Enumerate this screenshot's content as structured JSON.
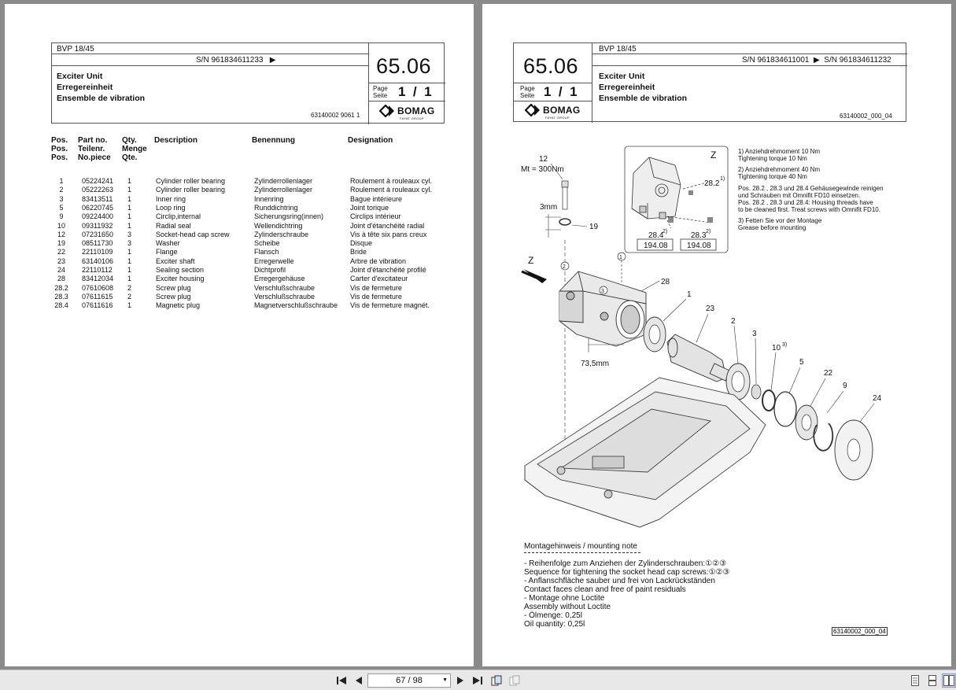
{
  "left_page": {
    "header": {
      "model": "BVP 18/45",
      "serial": "S/N 961834611233",
      "serial_arrow": "▶",
      "title_en": "Exciter Unit",
      "title_de": "Erregereinheit",
      "title_fr": "Ensemble de vibration",
      "group_number": "65.06",
      "page_label": "Page",
      "seite_label": "Seite",
      "page_value": "1  /  1",
      "doc_code": "63140002 9061 1",
      "brand": "BOMAG",
      "brand_sub": "FAYAT GROUP"
    },
    "columns": {
      "pos": [
        "Pos.",
        "Pos.",
        "Pos."
      ],
      "part": [
        "Part no.",
        "Teilenr.",
        "No.piece"
      ],
      "qty": [
        "Qty.",
        "Menge",
        "Qte."
      ],
      "description": "Description",
      "benennung": "Benennung",
      "designation": "Designation"
    },
    "parts": [
      {
        "pos": "1",
        "part": "05224241",
        "qty": "1",
        "en": "Cylinder roller bearing",
        "de": "Zylinderrollenlager",
        "fr": "Roulement à rouleaux cyl."
      },
      {
        "pos": "2",
        "part": "05222263",
        "qty": "1",
        "en": "Cylinder roller bearing",
        "de": "Zylinderrollenlager",
        "fr": "Roulement à rouleaux cyl."
      },
      {
        "pos": "3",
        "part": "83413511",
        "qty": "1",
        "en": "Inner ring",
        "de": "Innenring",
        "fr": "Bague intérieure"
      },
      {
        "pos": "5",
        "part": "06220745",
        "qty": "1",
        "en": "Loop ring",
        "de": "Runddichtring",
        "fr": "Joint torique"
      },
      {
        "pos": "9",
        "part": "09224400",
        "qty": "1",
        "en": "Circlip,internal",
        "de": "Sicherungsring(innen)",
        "fr": "Circlips intérieur"
      },
      {
        "pos": "10",
        "part": "09311932",
        "qty": "1",
        "en": "Radial seal",
        "de": "Wellendichtring",
        "fr": "Joint d'étanchéité radial"
      },
      {
        "pos": "12",
        "part": "07231650",
        "qty": "3",
        "en": "Socket-head cap screw",
        "de": "Zylinderschraube",
        "fr": "Vis à tête six pans creux"
      },
      {
        "pos": "19",
        "part": "08511730",
        "qty": "3",
        "en": "Washer",
        "de": "Scheibe",
        "fr": "Disque"
      },
      {
        "pos": "22",
        "part": "22110109",
        "qty": "1",
        "en": "Flange",
        "de": "Flansch",
        "fr": "Bride"
      },
      {
        "pos": "23",
        "part": "63140106",
        "qty": "1",
        "en": "Exciter shaft",
        "de": "Erregerwelle",
        "fr": "Arbre de vibration"
      },
      {
        "pos": "24",
        "part": "22110112",
        "qty": "1",
        "en": "Sealing section",
        "de": "Dichtprofil",
        "fr": "Joint d'étanchéité profilé"
      },
      {
        "pos": "28",
        "part": "83412034",
        "qty": "1",
        "en": "Exciter housing",
        "de": "Erregergehäuse",
        "fr": "Carter d'excitateur"
      },
      {
        "pos": "28.2",
        "part": "07610608",
        "qty": "2",
        "en": "Screw plug",
        "de": "Verschlußschraube",
        "fr": "Vis de fermeture"
      },
      {
        "pos": "28.3",
        "part": "07611615",
        "qty": "2",
        "en": "Screw plug",
        "de": "Verschlußschraube",
        "fr": "Vis de fermeture"
      },
      {
        "pos": "28.4",
        "part": "07611616",
        "qty": "1",
        "en": "Magnetic plug",
        "de": "Magnetverschlußschraube",
        "fr": "Vis de fermeture magnét."
      }
    ]
  },
  "right_page": {
    "header": {
      "model": "BVP 18/45",
      "serial_from": "S/N 961834611001",
      "serial_arrow": "▶",
      "serial_to": "S/N 961834611232",
      "title_en": "Exciter Unit",
      "title_de": "Erregereinheit",
      "title_fr": "Ensemble de vibration",
      "group_number": "65.06",
      "page_label": "Page",
      "seite_label": "Seite",
      "page_value": "1  /  1",
      "doc_code": "63140002_000_04",
      "brand": "BOMAG",
      "brand_sub": "FAYAT GROUP"
    },
    "notes": [
      "1)  Anziehdrehmoment 10 Nm",
      "      Tightening torque 10 Nm",
      "2)  Anziehdrehmoment 40 Nm",
      "      Tightening torque 40 Nm",
      "Pos. 28.2 , 28.3 und 28.4 Gehäusegewinde reinigen",
      "und Schrauben mit Omnifit FD10 einsetzen.",
      "Pos. 28.2 , 28.3 und 28.4: Housing threads have",
      "to be cleaned first. Treat screws with Omnifit FD10.",
      "3)  Fetten Sie vor der Montage",
      "      Grease before mounting"
    ],
    "diagram": {
      "label_12": "12",
      "torque": "Mt = 300Nm",
      "dim_3mm": "3mm",
      "dim_735": "73,5mm",
      "view_z": "Z",
      "inset_z": "Z",
      "label_28_2": "28.2",
      "label_28_4": "28.4",
      "label_28_3": "28.3",
      "sup_1": "1)",
      "sup_2": "2)",
      "sup_3": "3)",
      "box_a": "194.08",
      "box_b": "194.08",
      "callouts": [
        "19",
        "28",
        "1",
        "23",
        "2",
        "3",
        "10",
        "5",
        "22",
        "9",
        "24"
      ],
      "seq": [
        "1",
        "2",
        "3"
      ]
    },
    "mounting": {
      "title": "Montagehinweis / mounting note",
      "lines": [
        "- Reihenfolge zum Anziehen der Zylinderschrauben:",
        "   Sequence for tightening the socket head cap screws:",
        "- Anflanschfläche sauber und frei von Lackrückständen",
        "  Contact faces clean and free of paint residuals",
        "- Montage ohne Loctite",
        "  Assembly without Loctite",
        "- Ölmenge: 0,25l",
        "  Oil quantity: 0,25l"
      ],
      "seq_marks": "①②③",
      "code_box": "63140002_000_04"
    }
  },
  "toolbar": {
    "page_indicator": "67 / 98"
  }
}
